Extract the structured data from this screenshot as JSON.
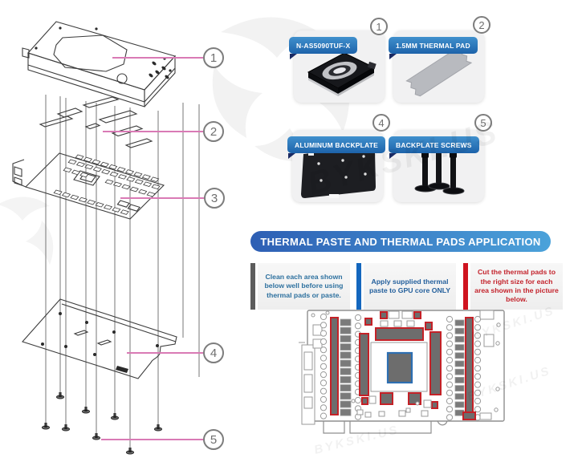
{
  "watermark": {
    "brand_text": "BYKSKI.US"
  },
  "exploded_view": {
    "callout_numbers": [
      "1",
      "2",
      "3",
      "4",
      "5"
    ]
  },
  "cards": [
    {
      "number": "1",
      "label": "N-AS5090TUF-X",
      "image": "water-block"
    },
    {
      "number": "2",
      "label": "1.5MM THERMAL PAD",
      "image": "thermal-pad"
    },
    {
      "number": "4",
      "label": "ALUMINUM BACKPLATE",
      "image": "aluminum-backplate"
    },
    {
      "number": "5",
      "label": "BACKPLATE SCREWS",
      "image": "backplate-screws"
    }
  ],
  "application": {
    "title": "THERMAL PASTE AND THERMAL PADS APPLICATION",
    "notes": [
      {
        "text": "Clean each area shown below well before using thermal pads or paste.",
        "accent_color": "#5c5c5c",
        "text_color": "#2e719f"
      },
      {
        "text": "Apply supplied thermal paste to GPU core ONLY",
        "accent_color": "#1467be",
        "text_color": "#235f9c"
      },
      {
        "text": "Cut the thermal pads to the right size for each area shown in the picture below.",
        "accent_color": "#cf1420",
        "text_color": "#c3232c"
      }
    ]
  },
  "diagram_colors": {
    "thermal_pad_area_border": "#c42127",
    "thermal_pad_area_fill": "#6d6d6d",
    "gpu_die_border": "#2d6fb2",
    "pcb_outline": "#8f8f8f",
    "callout_line": "#d97ab5",
    "header_gradient": [
      "#2e5fb4",
      "#4ba2da"
    ],
    "ribbon_gradient": [
      "#4090cd",
      "#1d63aa"
    ]
  }
}
